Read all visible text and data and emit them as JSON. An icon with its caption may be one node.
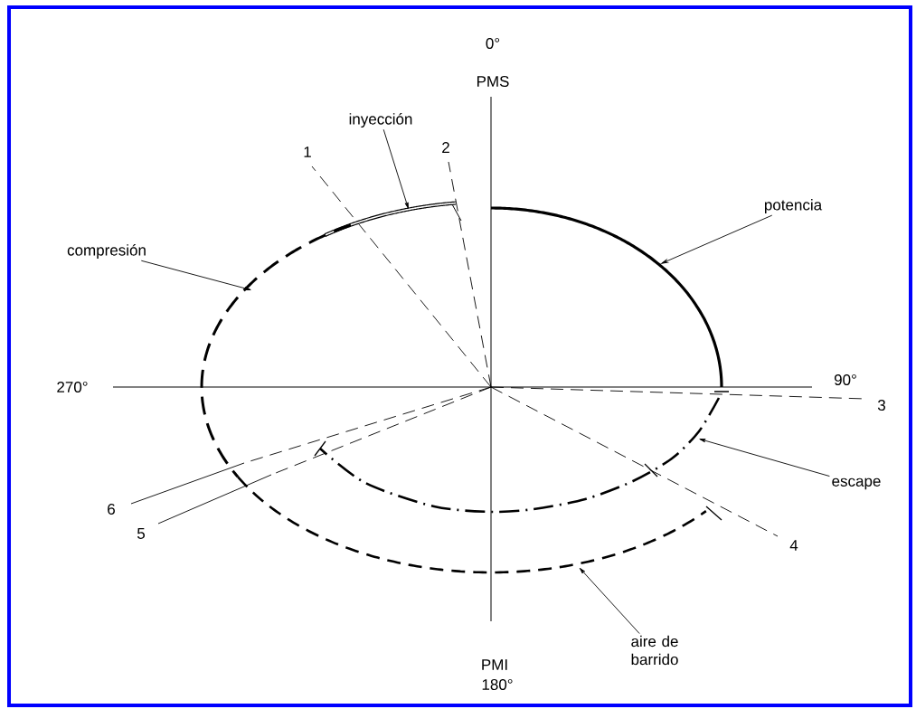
{
  "diagram": {
    "nodes": [
      {
        "text": [
          "inyección"
        ]
      },
      {
        "text": [
          "potencia"
        ]
      },
      {
        "text": [
          "compresión"
        ]
      },
      {
        "text": [
          "escape"
        ]
      },
      {
        "text": [
          "aire de barrido"
        ]
      }
    ],
    "edges": [
      {
        "from": 0,
        "to": null,
        "arrow": "to"
      },
      {
        "from": 1,
        "to": null,
        "arrow": "to"
      },
      {
        "from": 2,
        "to": null,
        "arrow": "to"
      },
      {
        "from": 3,
        "to": null,
        "arrow": "to"
      },
      {
        "from": 4,
        "to": null,
        "arrow": "to"
      }
    ],
    "labels": [
      "0°",
      "PMS",
      "2",
      "1",
      "270°",
      "90°",
      "3",
      "6",
      "5",
      "4",
      "PMI",
      "180°"
    ]
  }
}
